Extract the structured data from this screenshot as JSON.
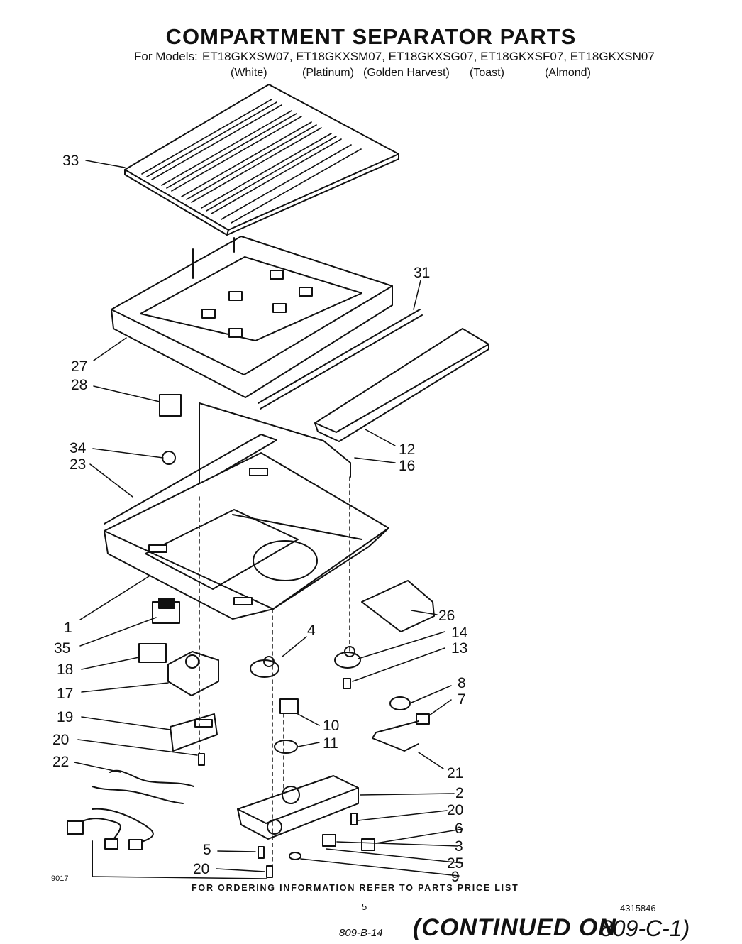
{
  "header": {
    "title": "COMPARTMENT SEPARATOR PARTS",
    "models_label": "For Models:",
    "models": "ET18GKXSW07, ET18GKXSM07, ET18GKXSG07, ET18GKXSF07, ET18GKXSN07",
    "colors": [
      "(White)",
      "(Platinum)",
      "(Golden Harvest)",
      "(Toast)",
      "(Almond)"
    ]
  },
  "callouts": {
    "c33": "33",
    "c31": "31",
    "c27": "27",
    "c28": "28",
    "c12": "12",
    "c16": "16",
    "c34": "34",
    "c23": "23",
    "c1": "1",
    "c26": "26",
    "c35": "35",
    "c4": "4",
    "c14": "14",
    "c13": "13",
    "c18": "18",
    "c17": "17",
    "c8": "8",
    "c7": "7",
    "c19": "19",
    "c10": "10",
    "c11": "11",
    "c20a": "20",
    "c22": "22",
    "c21": "21",
    "c2": "2",
    "c20b": "20",
    "c6": "6",
    "c5": "5",
    "c3": "3",
    "c25": "25",
    "c20c": "20",
    "c9": "9"
  },
  "footer": {
    "figure_code": "9017",
    "ordering_note": "FOR ORDERING INFORMATION REFER TO PARTS PRICE LIST",
    "page_number": "5",
    "doc_number": "4315846",
    "handwritten_ref": "809-B-14",
    "continued": "(CONTINUED ON",
    "continued_ref": "809-C-1)"
  }
}
